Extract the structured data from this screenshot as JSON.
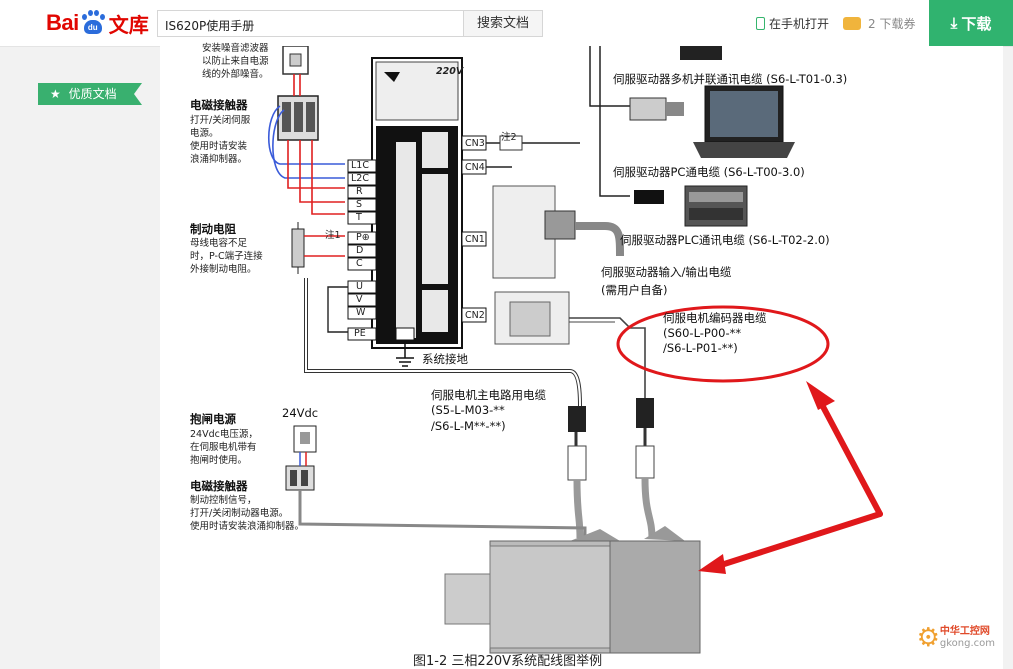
{
  "header": {
    "logo_bai": "Bai",
    "logo_du": "du",
    "logo_wenku": "文库",
    "search_value": "IS620P使用手册",
    "search_button": "搜索文档",
    "mobile_open": "在手机打开",
    "coupons": "2 下载券",
    "download": "下载"
  },
  "sidebar": {
    "quality_badge": "优质文档"
  },
  "doc": {
    "labels": {
      "emc1_title": "电磁接触器",
      "emc1_desc": "打开/关闭伺服\n电源。\n使用时请安装\n浪涌抑制器。",
      "top_partial": "安装噪音滤波器\n以防止来自电源\n线的外部噪音。",
      "brake_title": "制动电阻",
      "brake_desc": "母线电容不足\n时，P-C端子连接\n外接制动电阻。",
      "note1": "注1",
      "note2": "注2",
      "brake_power_title": "抱闸电源",
      "brake_power_desc": "24Vdc电压源，\n在伺服电机带有\n抱闸时使用。",
      "v24": "24Vdc",
      "emc2_title": "电磁接触器",
      "emc2_desc": "制动控制信号，\n打开/关闭制动器电源。\n使用时请安装浪涌抑制器。",
      "ground": "系统接地",
      "cable_multi": "伺服驱动器多机并联通讯电缆 (S6-L-T01-0.3)",
      "cable_pc": "伺服驱动器PC通电缆 (S6-L-T00-3.0)",
      "cable_plc": "伺服驱动器PLC通讯电缆 (S6-L-T02-2.0)",
      "io_cable_1": "伺服驱动器输入/输出电缆",
      "io_cable_2": "(需用户自备)",
      "enc_cable_1": "伺服电机编码器电缆",
      "enc_cable_2": "(S60-L-P00-**",
      "enc_cable_3": "/S6-L-P01-**)",
      "main_cable_1": "伺服电机主电路用电缆",
      "main_cable_2": "(S5-L-M03-**",
      "main_cable_3": "/S6-L-M**-**)",
      "drive_model": "220V",
      "terminals": [
        "L1C",
        "L2C",
        "R",
        "S",
        "T",
        "P⊕",
        "D",
        "C",
        "U",
        "V",
        "W",
        "PE"
      ],
      "ports": [
        "CN3",
        "CN4",
        "CN1",
        "CN2"
      ]
    },
    "caption": "图1-2 三相220V系统配线图举例",
    "watermark_1": "中华工控网",
    "watermark_2": "gkong.com"
  },
  "colors": {
    "accent_green": "#30b36f",
    "annotation_red": "#e0181b"
  }
}
